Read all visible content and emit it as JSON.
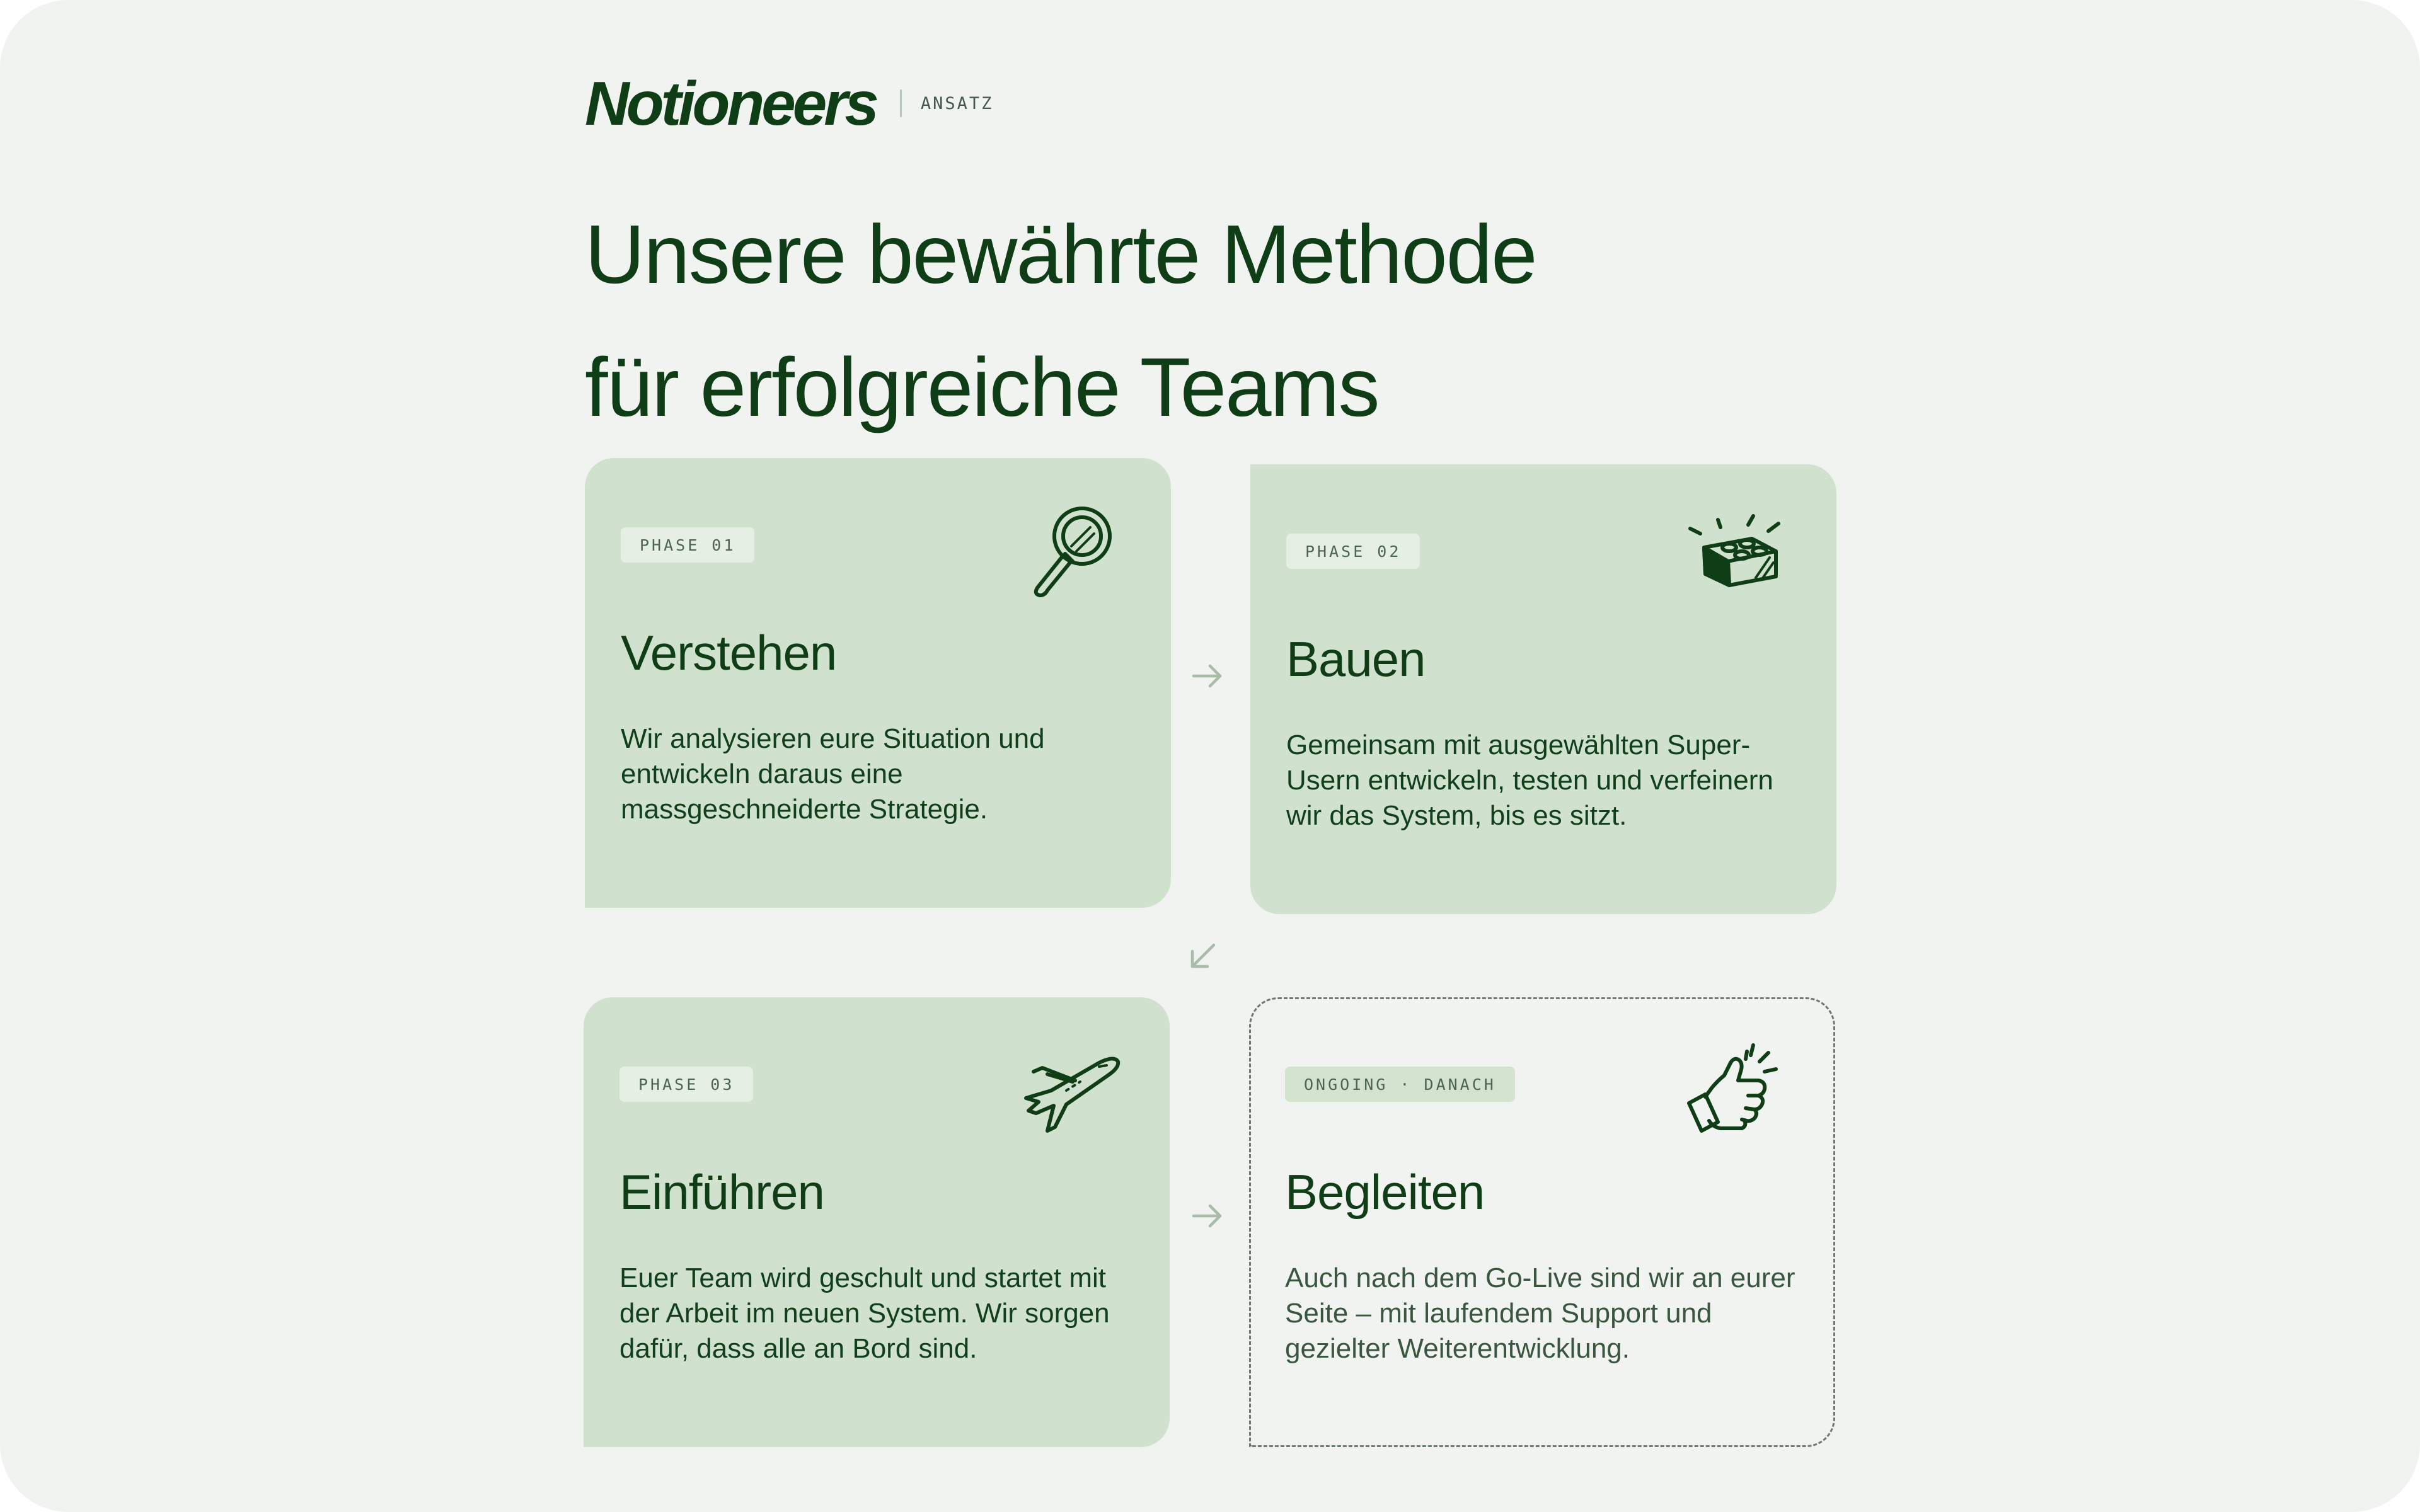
{
  "header": {
    "logo_text": "Notioneers",
    "section_tag": "ANSATZ"
  },
  "headline": {
    "line1": "Unsere bewährte Methode",
    "line2": "für erfolgreiche Teams"
  },
  "cards": [
    {
      "badge": "PHASE 01",
      "title": "Verstehen",
      "text": "Wir analysieren eure Situation und entwickeln daraus eine massgeschneiderte Strategie.",
      "icon": "magnifying-glass-icon"
    },
    {
      "badge": "PHASE 02",
      "title": "Bauen",
      "text": "Gemeinsam mit ausgewählten Super-Usern entwickeln, testen und verfeinern wir das System, bis es sitzt.",
      "icon": "building-brick-icon"
    },
    {
      "badge": "PHASE 03",
      "title": "Einführen",
      "text": "Euer Team wird geschult und startet mit der Arbeit im neuen System. Wir sorgen dafür, dass alle an Bord sind.",
      "icon": "airplane-icon"
    },
    {
      "badge": "ONGOING · DANACH",
      "title": "Begleiten",
      "text": "Auch nach dem Go-Live sind wir an eurer Seite – mit laufendem Support und gezielter Weiterentwicklung.",
      "icon": "thumbs-up-icon"
    }
  ],
  "arrows": [
    "arrow-right-icon",
    "arrow-down-left-icon",
    "arrow-right-icon"
  ],
  "colors": {
    "background": "#f1f3f0",
    "card_fill": "#d0e2ce",
    "text_primary": "#0f3d16",
    "arrow": "#a9bba9"
  }
}
